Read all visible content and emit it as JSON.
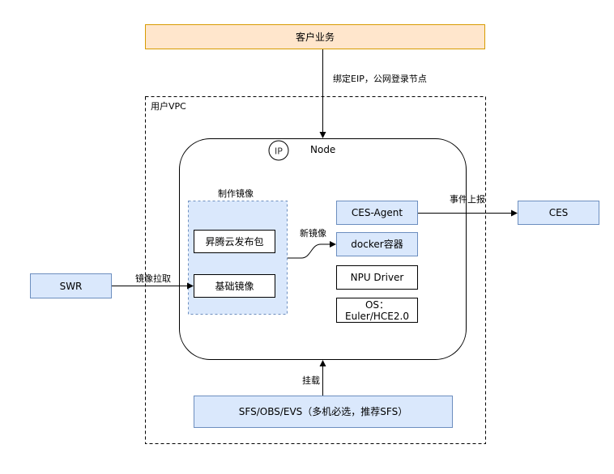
{
  "colors": {
    "customer_fill": "#ffe6cc",
    "customer_stroke": "#d79b00",
    "blue_fill": "#dae8fc",
    "blue_stroke": "#6c8ebf",
    "line": "#000000"
  },
  "customer_business": "客户业务",
  "bind_eip_label": "绑定EIP，公网登录节点",
  "user_vpc_label": "用户VPC",
  "node": {
    "ip_icon_text": "IP",
    "title": "Node"
  },
  "make_image": {
    "title": "制作镜像",
    "ascend_package": "昇腾云发布包",
    "base_image": "基础镜像"
  },
  "new_image_label": "新镜像",
  "ces_agent": "CES-Agent",
  "docker": "docker容器",
  "npu_driver": "NPU Driver",
  "os": {
    "line1": "OS：",
    "line2": "Euler/HCE2.0"
  },
  "event_report_label": "事件上报",
  "ces": "CES",
  "swr": "SWR",
  "pull_image_label": "镜像拉取",
  "mount_label": "挂载",
  "storage": "SFS/OBS/EVS（多机必选，推荐SFS）"
}
